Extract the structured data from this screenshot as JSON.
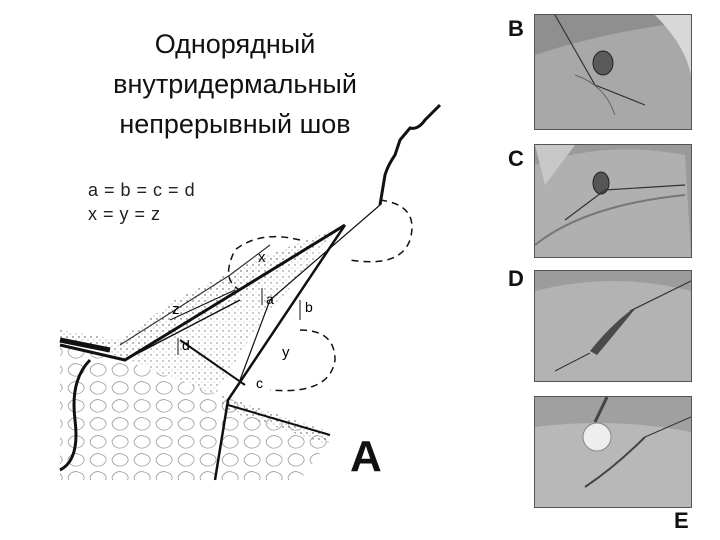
{
  "title": {
    "line1": "Однорядный",
    "line2": "внутридермальный",
    "line3": "непрерывный шов"
  },
  "formulas": {
    "f1": "a = b = c = d",
    "f2": "x = y = z"
  },
  "diagram_labels": {
    "x": "x",
    "y": "y",
    "z": "z",
    "a": "a",
    "b": "b",
    "c": "c",
    "d": "d"
  },
  "panel_labels": {
    "A": "A",
    "B": "B",
    "C": "C",
    "D": "D",
    "E": "E"
  },
  "colors": {
    "ink": "#111111",
    "photo_bg": "#9a9a9a"
  }
}
